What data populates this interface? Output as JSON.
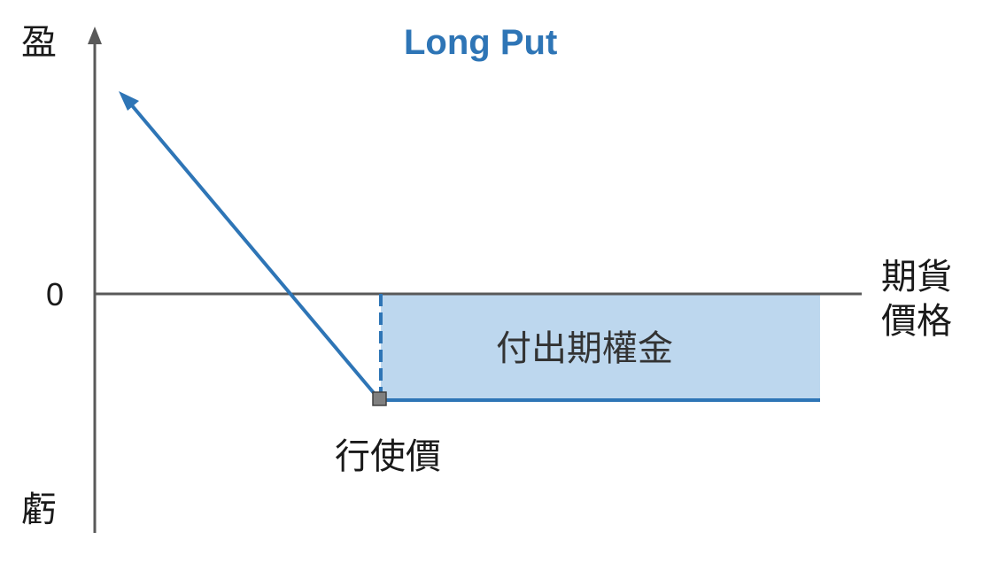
{
  "diagram": {
    "title": "Long Put",
    "y_axis": {
      "top_label": "盈",
      "bottom_label": "虧",
      "zero_label": "0"
    },
    "x_axis": {
      "label_line1": "期貨",
      "label_line2": "價格"
    },
    "strike_label": "行使價",
    "premium_label": "付出期權金",
    "colors": {
      "payoff_line": "#2e75b6",
      "premium_fill": "#bdd7ee",
      "axis": "#595959",
      "strike_marker": "#808080",
      "title": "#2e75b6"
    }
  }
}
